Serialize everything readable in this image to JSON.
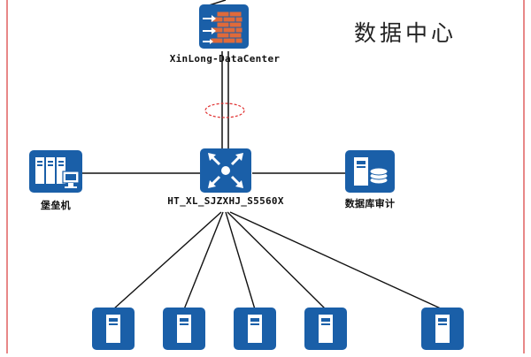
{
  "diagram": {
    "zone_title": "数据中心",
    "nodes": {
      "firewall": {
        "label": "XinLong-DataCenter",
        "icon": "firewall-icon"
      },
      "core_switch": {
        "label": "HT_XL_SJZXHJ_S5560X",
        "icon": "core-switch-icon"
      },
      "bastion": {
        "label": "堡垒机",
        "icon": "bastion-host-icon"
      },
      "db_audit": {
        "label": "数据库审计",
        "icon": "database-audit-icon"
      },
      "servers": [
        {
          "icon": "server-icon"
        },
        {
          "icon": "server-icon"
        },
        {
          "icon": "server-icon"
        },
        {
          "icon": "server-icon"
        },
        {
          "icon": "server-icon"
        }
      ]
    },
    "colors": {
      "icon_blue": "#1a5fa8",
      "zone_border": "#e06060",
      "link": "#111111",
      "firewall_brick": "#e06a3a"
    }
  }
}
